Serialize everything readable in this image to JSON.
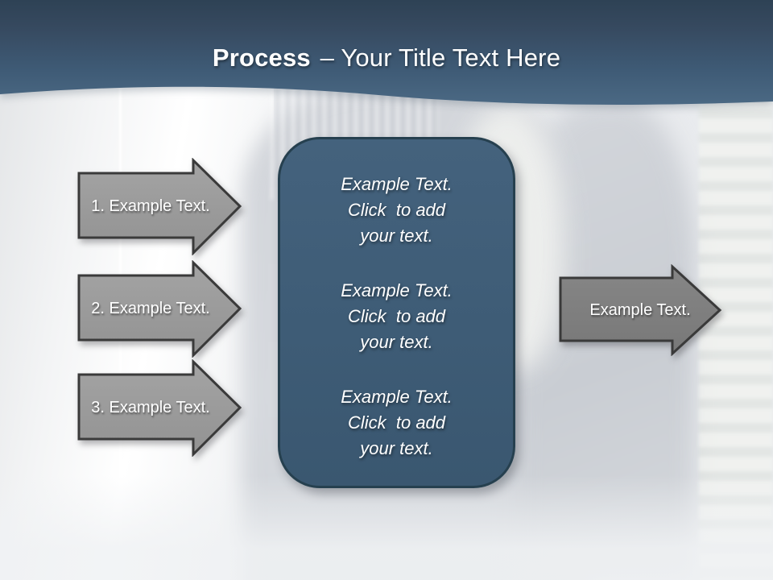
{
  "title": {
    "emphasis": "Process",
    "rest": "– Your Title Text Here"
  },
  "steps": [
    {
      "label": "1. Example Text."
    },
    {
      "label": "2. Example Text."
    },
    {
      "label": "3. Example Text."
    }
  ],
  "result_arrow": {
    "label": "Example Text."
  },
  "summary_box": {
    "blocks": [
      {
        "line1": "Example Text.",
        "line2": "Click  to add",
        "line3": "your text."
      },
      {
        "line1": "Example Text.",
        "line2": "Click  to add",
        "line3": "your text."
      },
      {
        "line1": "Example Text.",
        "line2": "Click  to add",
        "line3": "your text."
      }
    ]
  },
  "colors": {
    "header_top": "#36495f",
    "header_bottom": "#4b6984",
    "step_arrow_fill": "#9b9b9b",
    "result_arrow_fill": "#7e7e7e",
    "arrow_border": "#3a3a3a",
    "box_fill": "#3f5d76",
    "box_border": "#26404f",
    "text": "#ffffff"
  }
}
